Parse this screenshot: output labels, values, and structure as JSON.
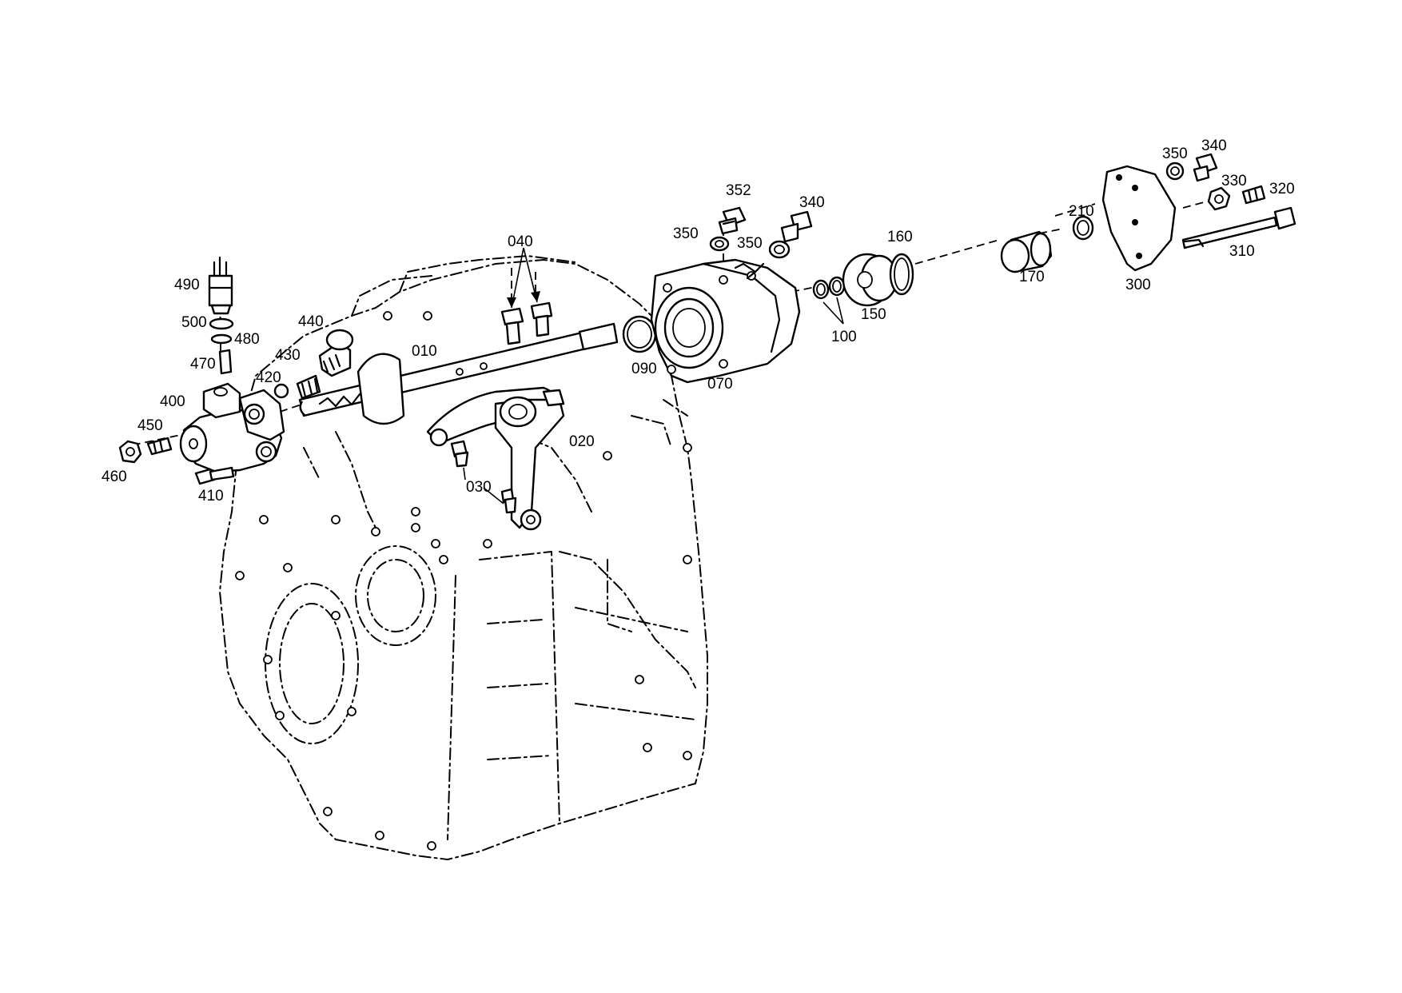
{
  "diagram": {
    "labels": {
      "p010": "010",
      "p020": "020",
      "p030": "030",
      "p040": "040",
      "p070": "070",
      "p090": "090",
      "p100": "100",
      "p150": "150",
      "p160": "160",
      "p170": "170",
      "p210": "210",
      "p300": "300",
      "p310": "310",
      "p320": "320",
      "p330": "330",
      "p340a": "340",
      "p340b": "340",
      "p350a": "350",
      "p350b": "350",
      "p350c": "350",
      "p352": "352",
      "p400": "400",
      "p410": "410",
      "p420": "420",
      "p430": "430",
      "p440": "440",
      "p450": "450",
      "p460": "460",
      "p470": "470",
      "p480": "480",
      "p490": "490",
      "p500": "500"
    }
  }
}
